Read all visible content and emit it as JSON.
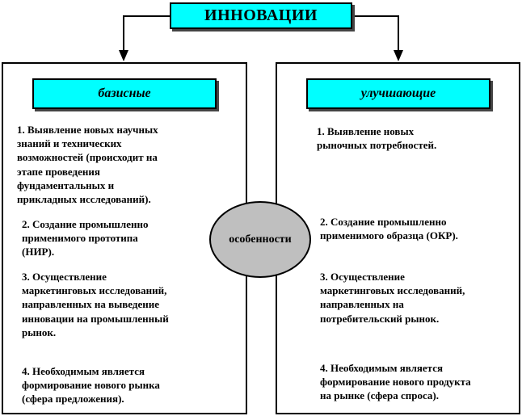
{
  "title": "ИННОВАЦИИ",
  "center_label": "особенности",
  "left": {
    "header": "базисные",
    "items": [
      "1. Выявление новых научных\nзнаний и технических\nвозможностей (происходит на\nэтапе проведения\nфундаментальных и\nприкладных исследований).",
      "2. Создание промышленно\nприменимого прототипа\n(НИР).",
      "3. Осуществление\nмаркетинговых исследований,\nнаправленных на выведение\nинновации на промышленный\nрынок.",
      "4. Необходимым является\nформирование нового рынка\n(сфера предложения)."
    ]
  },
  "right": {
    "header": "улучшающие",
    "items": [
      "1. Выявление новых\nрыночных потребностей.",
      "2. Создание промышленно\nприменимого образца (ОКР).",
      "3. Осуществление\nмаркетинговых исследований,\nнаправленных на\nпотребительский рынок.",
      "4. Необходимым является\nформирование нового продукта\nна рынке (сфера спроса)."
    ]
  },
  "colors": {
    "header_fill": "#00FFFF",
    "oval_fill": "#BFBFBF"
  }
}
